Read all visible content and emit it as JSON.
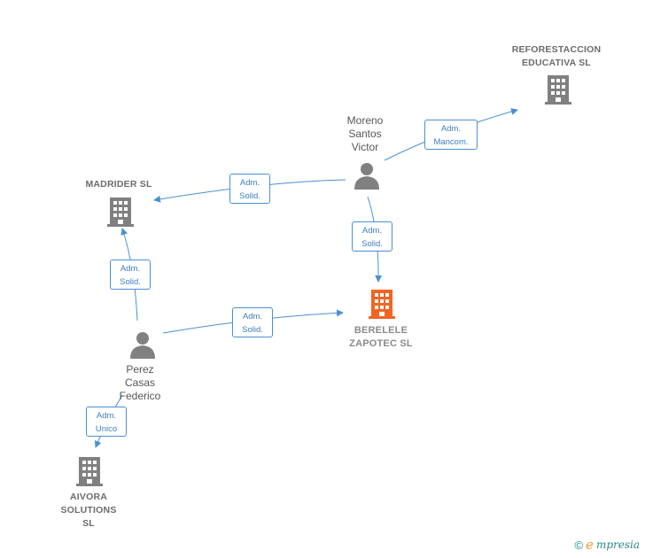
{
  "nodes": {
    "reforestaccion": {
      "line1": "REFORESTACCION",
      "line2": "EDUCATIVA  SL"
    },
    "madrider": {
      "line1": "MADRIDER SL"
    },
    "berelele": {
      "line1": "BERELELE",
      "line2": "ZAPOTEC  SL"
    },
    "aivora": {
      "line1": "AIVORA",
      "line2": "SOLUTIONS",
      "line3": "SL"
    },
    "moreno": {
      "line1": "Moreno",
      "line2": "Santos",
      "line3": "Victor"
    },
    "perez": {
      "line1": "Perez",
      "line2": "Casas",
      "line3": "Federico"
    }
  },
  "edges": {
    "moreno_reforestaccion": {
      "line1": "Adm.",
      "line2": "Mancom."
    },
    "moreno_madrider": {
      "line1": "Adm.",
      "line2": "Solid."
    },
    "moreno_berelele": {
      "line1": "Adm.",
      "line2": "Solid."
    },
    "perez_madrider": {
      "line1": "Adm.",
      "line2": "Solid."
    },
    "perez_berelele": {
      "line1": "Adm.",
      "line2": "Solid."
    },
    "perez_aivora": {
      "line1": "Adm.",
      "line2": "Unico"
    }
  },
  "colors": {
    "company": "#808080",
    "company_focus": "#f26522",
    "person": "#808080",
    "edge": "#4a8fd6"
  },
  "footer": {
    "copyright": "©",
    "brand_initial": "e",
    "brand_rest": "mpresia"
  }
}
